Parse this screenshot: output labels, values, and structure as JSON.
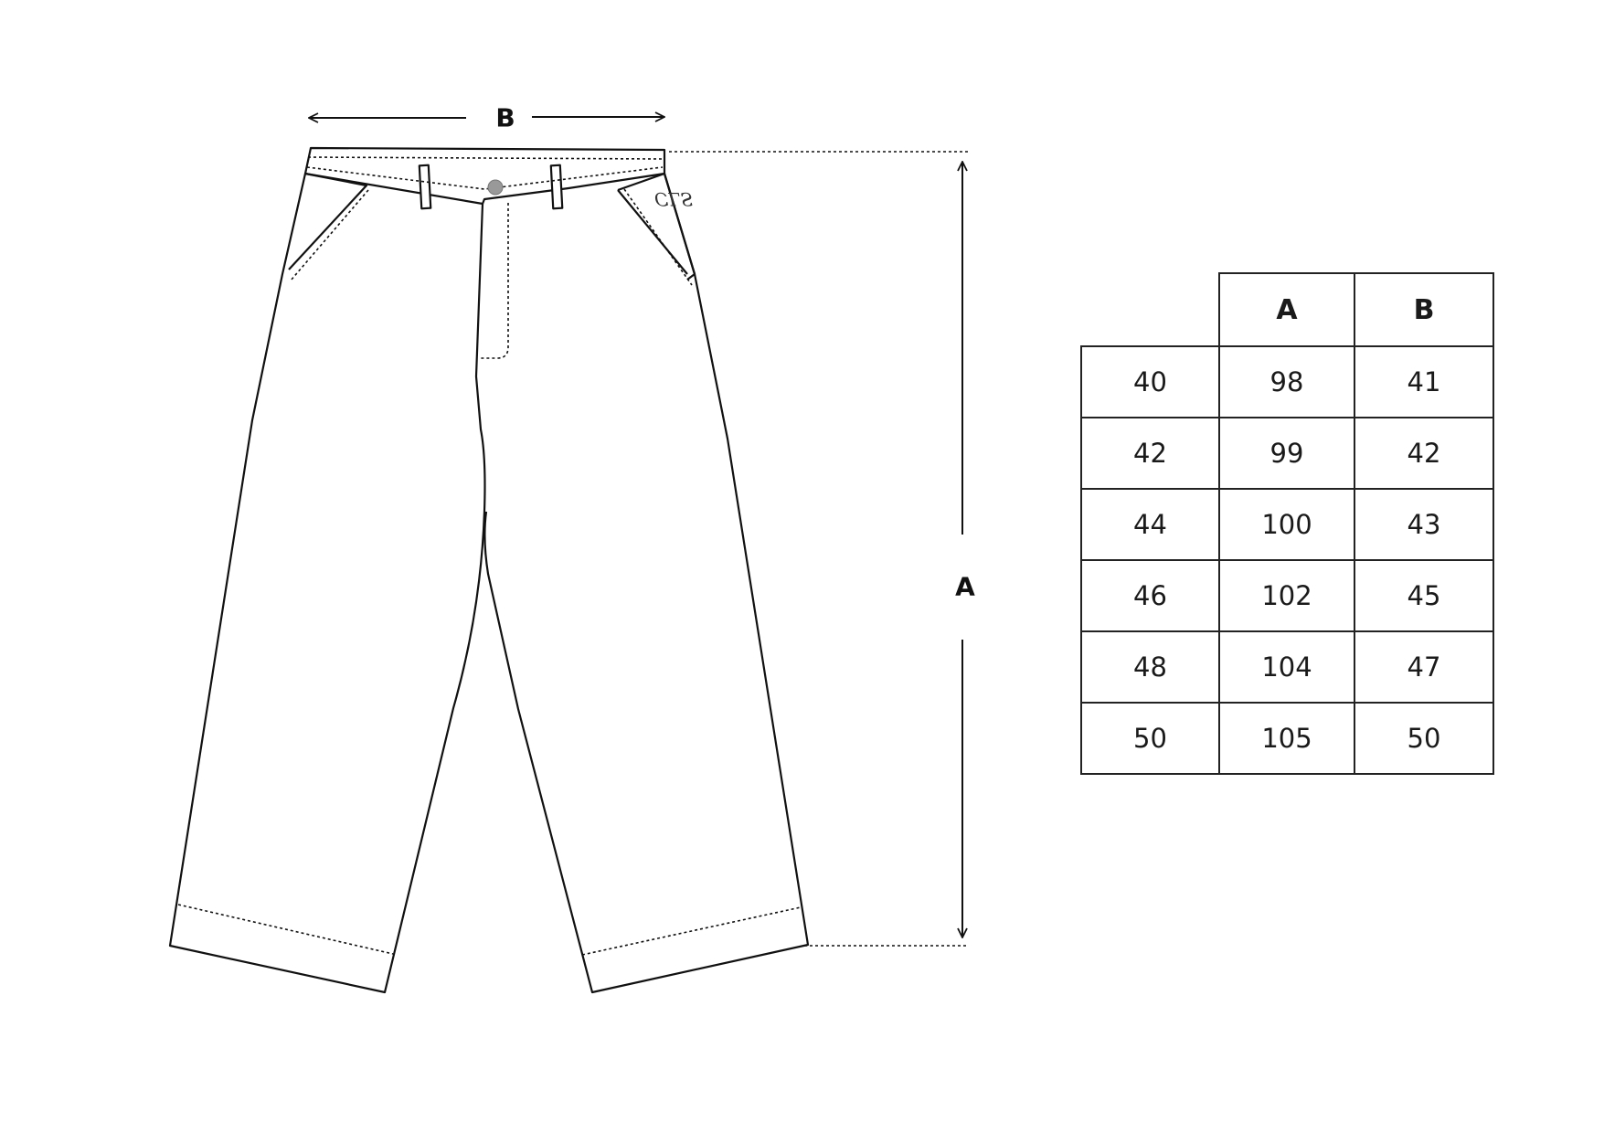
{
  "dimension_labels": {
    "length": "A",
    "width": "B"
  },
  "logo_text": "CLS",
  "size_table": {
    "headers": [
      "",
      "A",
      "B"
    ],
    "rows": [
      [
        "40",
        "98",
        "41"
      ],
      [
        "42",
        "99",
        "42"
      ],
      [
        "44",
        "100",
        "43"
      ],
      [
        "46",
        "102",
        "45"
      ],
      [
        "48",
        "104",
        "47"
      ],
      [
        "50",
        "105",
        "50"
      ]
    ]
  }
}
